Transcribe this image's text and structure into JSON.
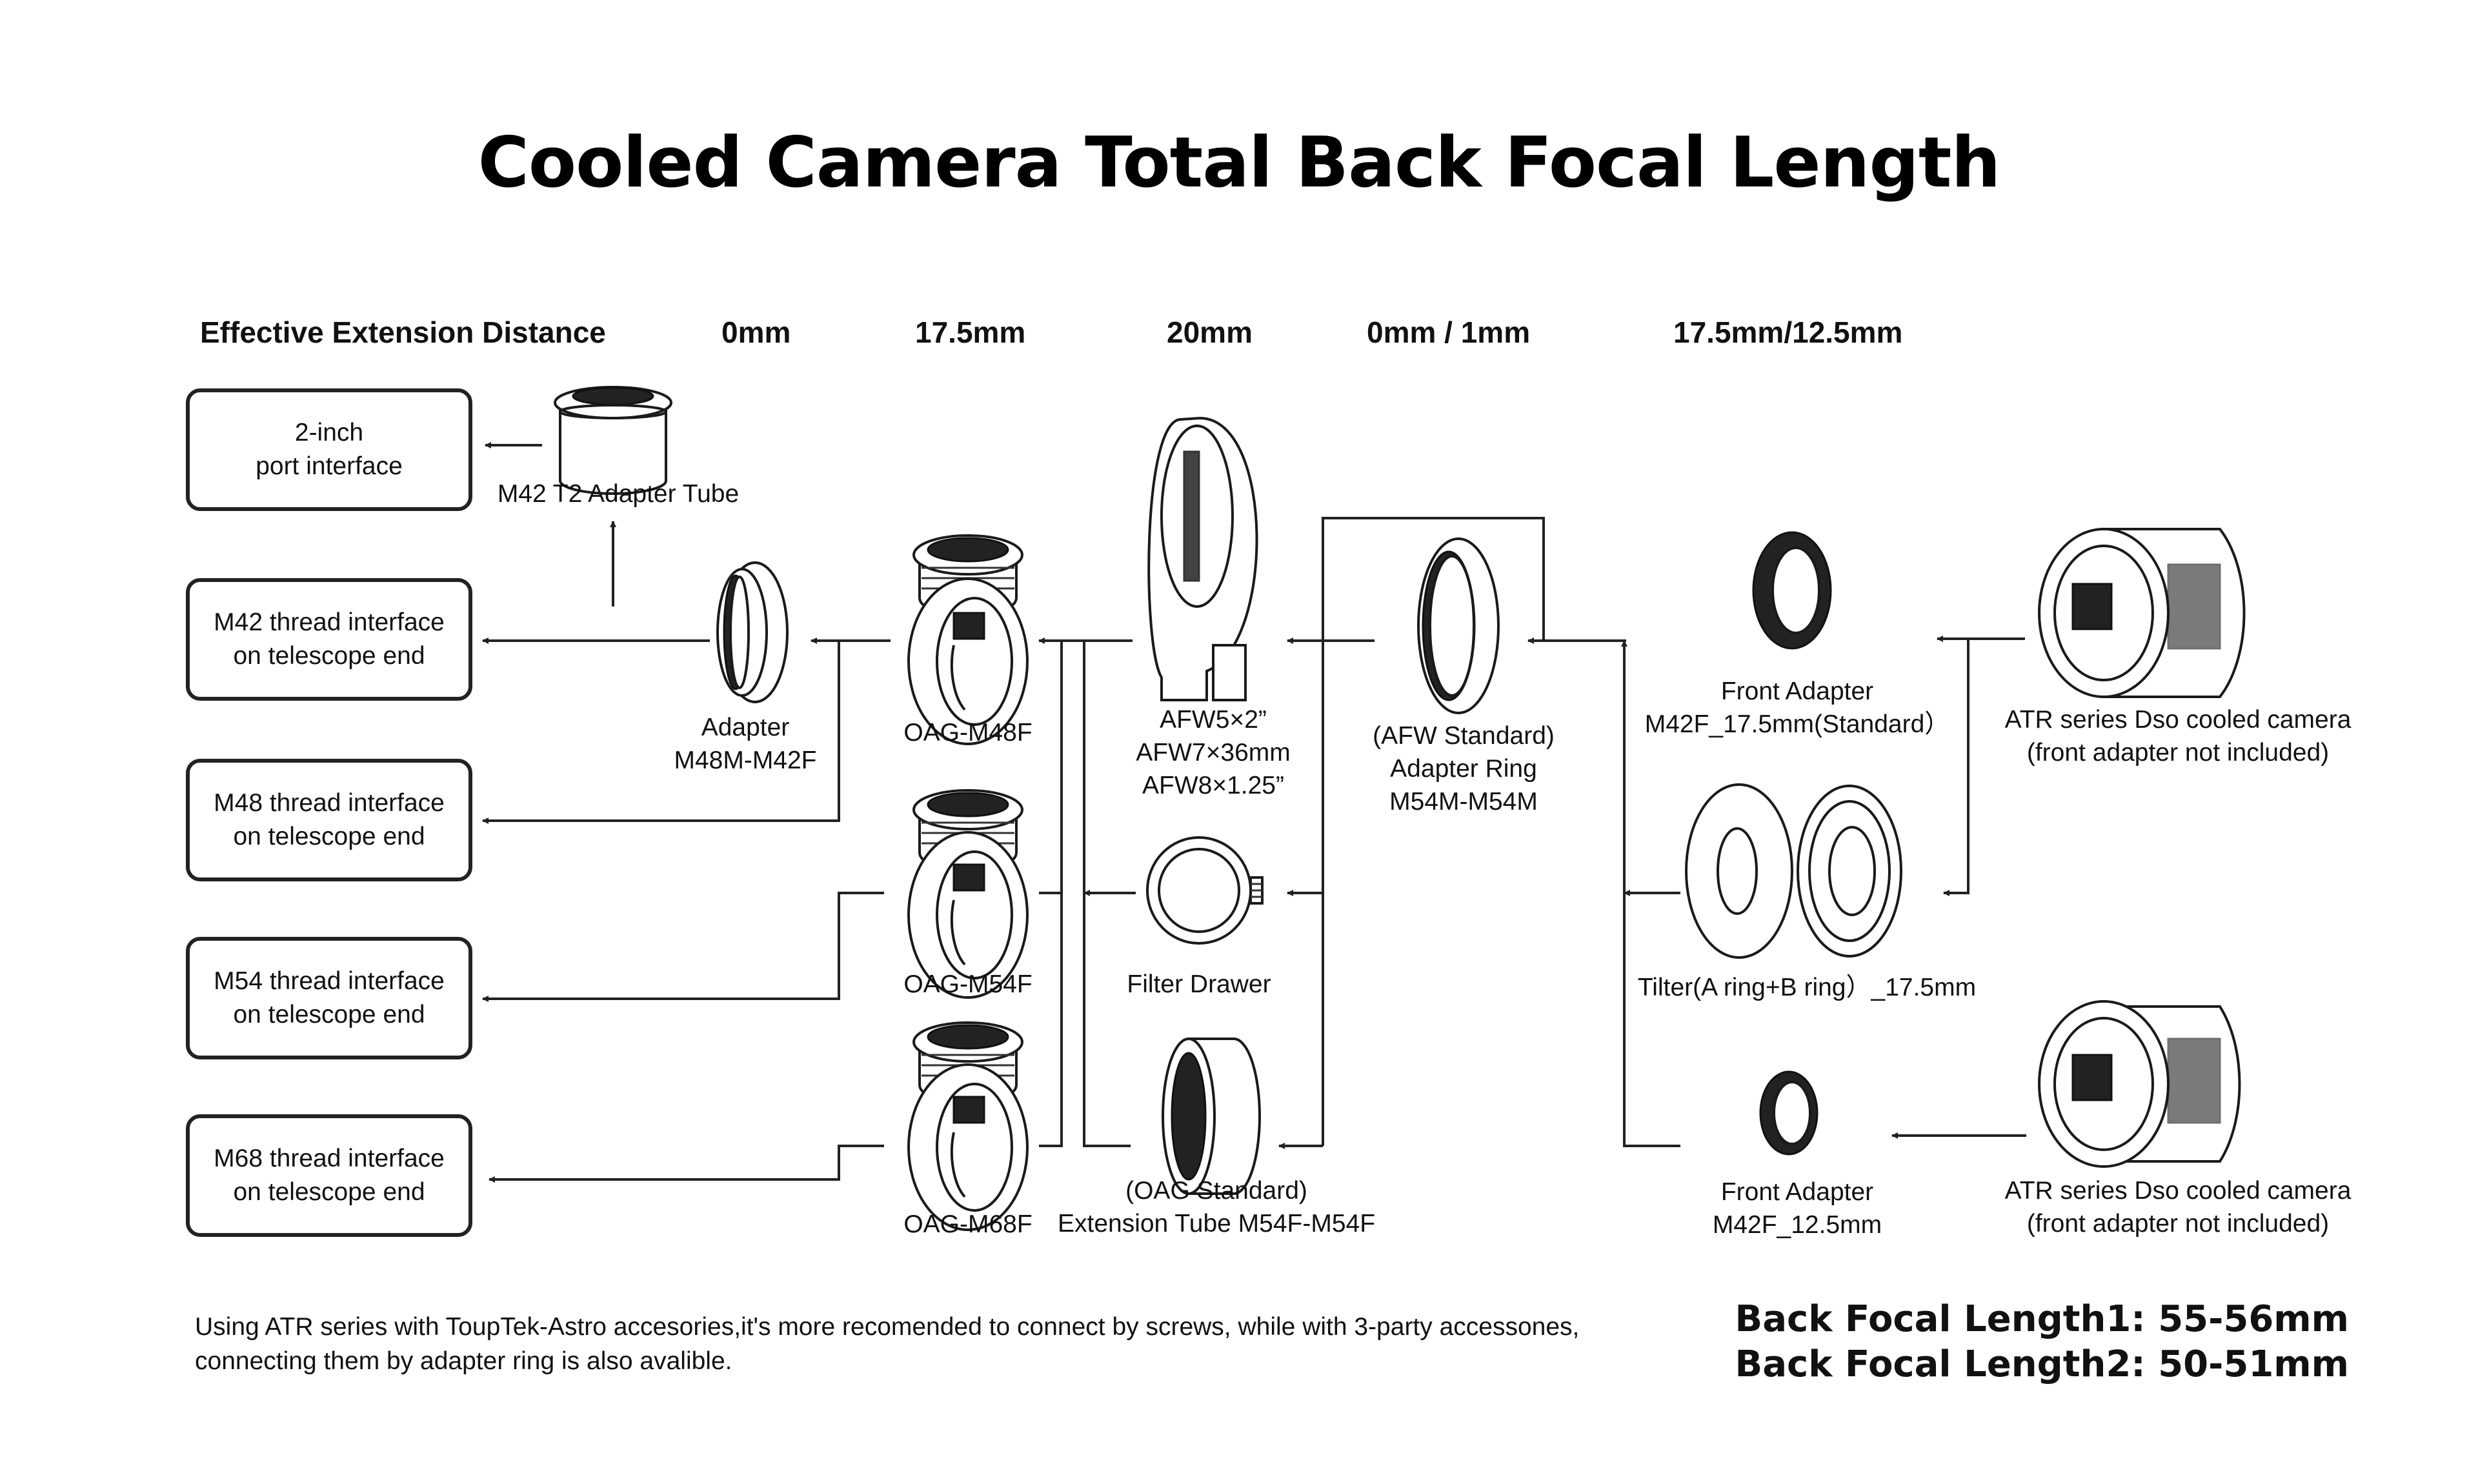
{
  "title": "Cooled Camera Total Back Focal Length",
  "header": {
    "label": "Effective Extension Distance",
    "distances": [
      "0mm",
      "17.5mm",
      "20mm",
      "0mm / 1mm",
      "17.5mm/12.5mm"
    ]
  },
  "interfaces": [
    {
      "line1": "2-inch",
      "line2": "port interface"
    },
    {
      "line1": "M42 thread interface",
      "line2": "on telescope end"
    },
    {
      "line1": "M48 thread interface",
      "line2": "on telescope end"
    },
    {
      "line1": "M54 thread interface",
      "line2": "on telescope end"
    },
    {
      "line1": "M68 thread interface",
      "line2": "on telescope end"
    }
  ],
  "components": {
    "t2_tube": "M42 T2 Adapter Tube",
    "adapter": {
      "line1": "Adapter",
      "line2": "M48M-M42F"
    },
    "oag_m48f": "OAG-M48F",
    "oag_m54f": "OAG-M54F",
    "oag_m68f": "OAG-M68F",
    "filter_wheel": {
      "line1": "AFW5×2”",
      "line2": "AFW7×36mm",
      "line3": "AFW8×1.25”"
    },
    "filter_drawer": "Filter Drawer",
    "extension_tube": {
      "line1": "(OAG Standard)",
      "line2": "Extension Tube M54F-M54F"
    },
    "adapter_ring": {
      "line1": "(AFW Standard)",
      "line2": "Adapter Ring",
      "line3": "M54M-M54M"
    },
    "front_adapter_175": {
      "line1": "Front Adapter",
      "line2": "M42F_17.5mm(Standard）"
    },
    "tilter": "Tilter(A ring+B ring）_17.5mm",
    "front_adapter_125": {
      "line1": "Front Adapter",
      "line2": "M42F_12.5mm"
    },
    "camera_top": {
      "line1": "ATR series Dso cooled camera",
      "line2": "(front adapter not included)"
    },
    "camera_bottom": {
      "line1": "ATR series Dso cooled camera",
      "line2": "(front adapter not included)"
    }
  },
  "note": {
    "line1": "Using ATR series with ToupTek-Astro accesories,it's more recomended to connect by screws, while with 3-party accessones,",
    "line2": "connecting them by adapter ring is also avalible."
  },
  "back_focal_length": {
    "line1": "Back Focal Length1:  55-56mm",
    "line2": "Back Focal Length2:  50-51mm"
  }
}
